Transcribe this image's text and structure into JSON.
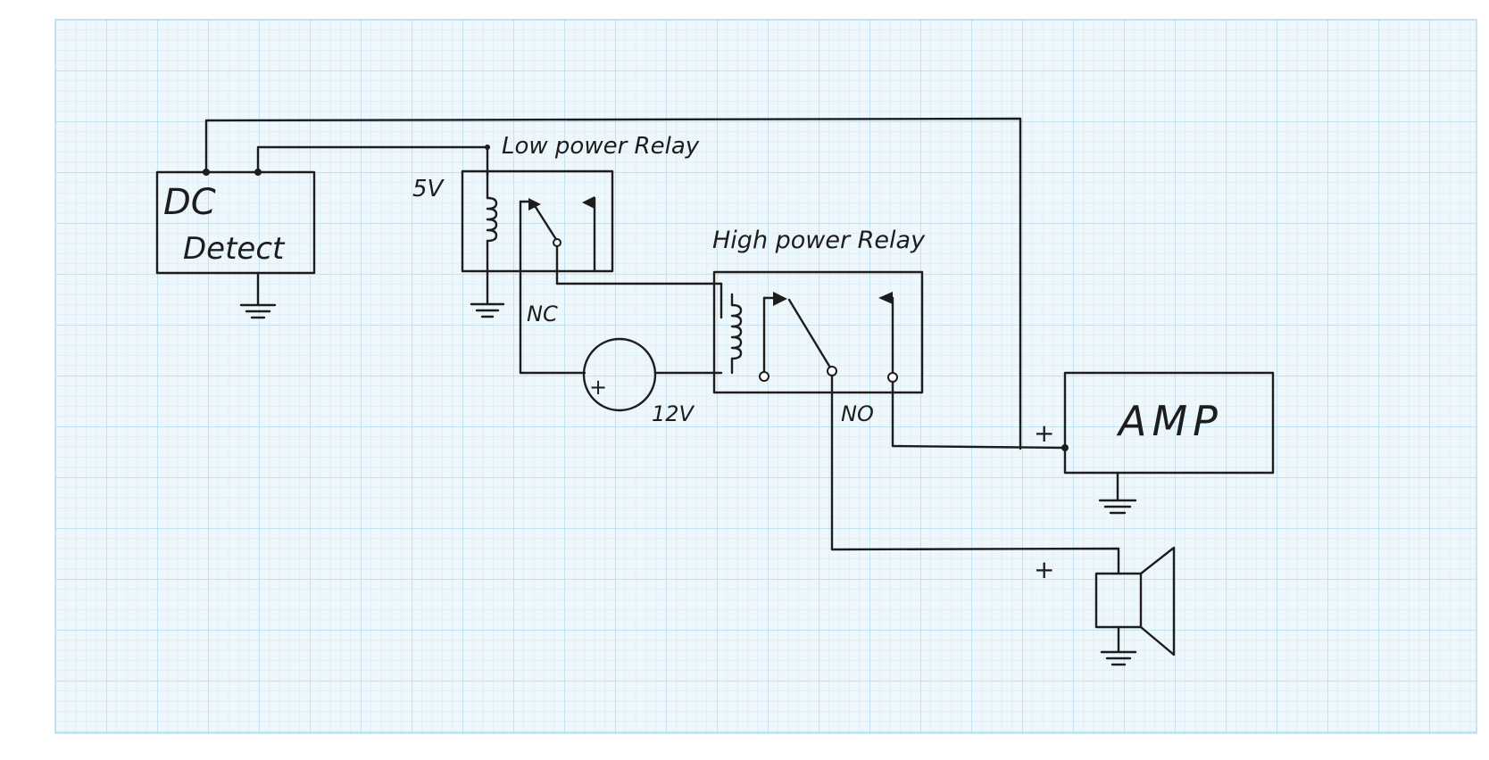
{
  "paper": {
    "background": "#ffffff",
    "grid_color": "#c9e4f2",
    "grid_major_color": "#a9d4ea",
    "ink_color": "#1d1d1d"
  },
  "blocks": {
    "dc_detect": {
      "line1": "DC",
      "line2": "Detect"
    },
    "amp": {
      "label": "AMP"
    }
  },
  "labels": {
    "low_power_relay": "Low power Relay",
    "high_power_relay": "High power Relay",
    "voltage_5v": "5V",
    "voltage_12v": "12V",
    "contact_nc": "NC",
    "contact_no": "NO",
    "battery_plus": "+",
    "amp_plus": "+",
    "speaker_plus": "+"
  },
  "icons": {
    "ground": "ground-symbol-icon",
    "coil": "relay-coil-icon",
    "battery": "battery-12v-icon",
    "speaker": "speaker-icon"
  }
}
